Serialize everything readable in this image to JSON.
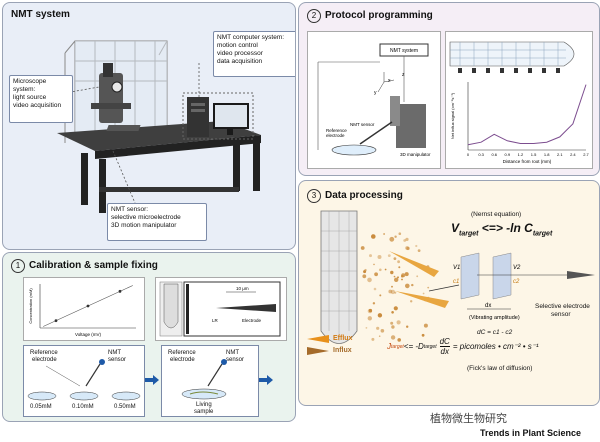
{
  "panels": {
    "nmt_system": {
      "title": "NMT system",
      "microscope": [
        "Microscope",
        "system:",
        "light source",
        "video acquisition"
      ],
      "computer": [
        "NMT computer system:",
        "motion control",
        "video processor",
        "data acquisition"
      ],
      "sensor": [
        "NMT sensor:",
        "selective microelectrode",
        "3D motion manipulator"
      ]
    },
    "protocol": {
      "number": "2",
      "title": "Protocol programming",
      "nmt_system_box": "NMT system",
      "reference_electrode": [
        "Reference",
        "electrode"
      ],
      "nmt_sensor": "NMT sensor",
      "manipulator": "3D manipulator",
      "axes": {
        "x": "x",
        "y": "y",
        "z": "z"
      },
      "chart_ylabel": "Net influx signal (cm⁻²s⁻¹)",
      "chart_xlabel": "Distance from root (mm)"
    },
    "data_processing": {
      "number": "3",
      "title": "Data processing",
      "nernst_label": "(Nernst equation)",
      "equation_v": "V",
      "equation_v_sub": "target",
      "equation_mid": " <=> -ln C",
      "equation_c_sub": "target",
      "v1": "V1",
      "v2": "V2",
      "c1": "c1",
      "c2": "c2",
      "dx": "dx",
      "dx_note": "(Vibrating amplitude)",
      "selective_sensor": [
        "Selective electrode",
        "sensor"
      ],
      "dc_label": "dC = c1 - c2",
      "efflux": "Efflux",
      "influx": "Influx",
      "fick_j": "J",
      "fick_j_sub": "target",
      "fick_mid": " <= -D",
      "fick_d_sub": "target",
      "fick_frac_top": "dC",
      "fick_frac_bottom": "dx",
      "fick_units": "= picomoles • cm⁻² • s⁻¹",
      "fick_note": "(Fick's law of diffusion)"
    },
    "calibration": {
      "number": "1",
      "title": "Calibration & sample fixing",
      "chart_ylabel": "Concentration (mM)",
      "chart_xlabel": "Voltage (mV)",
      "micro_scale": "10 μm",
      "micro_labels": [
        "LR",
        "Electrode"
      ],
      "ref_electrode": [
        "Reference",
        "electrode"
      ],
      "nmt_sensor": [
        "NMT",
        "sensor"
      ],
      "concentrations": [
        "0.05mM",
        "0.10mM",
        "0.50mM"
      ],
      "living_sample": [
        "Living",
        "sample"
      ]
    }
  },
  "footer": {
    "watermark": "植物微生物研究",
    "journal": "Trends in Plant Science"
  },
  "colors": {
    "panel1_bg": "#e9eef7",
    "panel2_bg": "#f5eef6",
    "panel3_bg": "#fdf6e7",
    "panel_cal_bg": "#eaf3ee",
    "efflux": "#e8911c",
    "influx": "#a56b2a",
    "dots": "#c98a3a"
  },
  "chart_data": [
    {
      "type": "line",
      "xlabel": "Distance from root (mm)",
      "ylabel": "Net influx signal (cm⁻²s⁻¹)",
      "x": [
        0,
        0.3,
        0.6,
        0.9,
        1.2,
        1.5,
        1.8,
        2.1,
        2.4,
        2.7
      ],
      "y": [
        0.2,
        0.3,
        0.6,
        0.35,
        0.25,
        0.25,
        0.3,
        0.5,
        1.0,
        2.5
      ],
      "xticks": [
        "0",
        "0.3",
        "0.6",
        "0.9",
        "1.2",
        "1.5",
        "1.8",
        "2.1",
        "2.4",
        "2.7"
      ]
    },
    {
      "type": "line",
      "xlabel": "Voltage (mV)",
      "ylabel": "Concentration (mM)",
      "x": [
        1,
        2,
        3
      ],
      "y": [
        1,
        2,
        3
      ]
    }
  ]
}
